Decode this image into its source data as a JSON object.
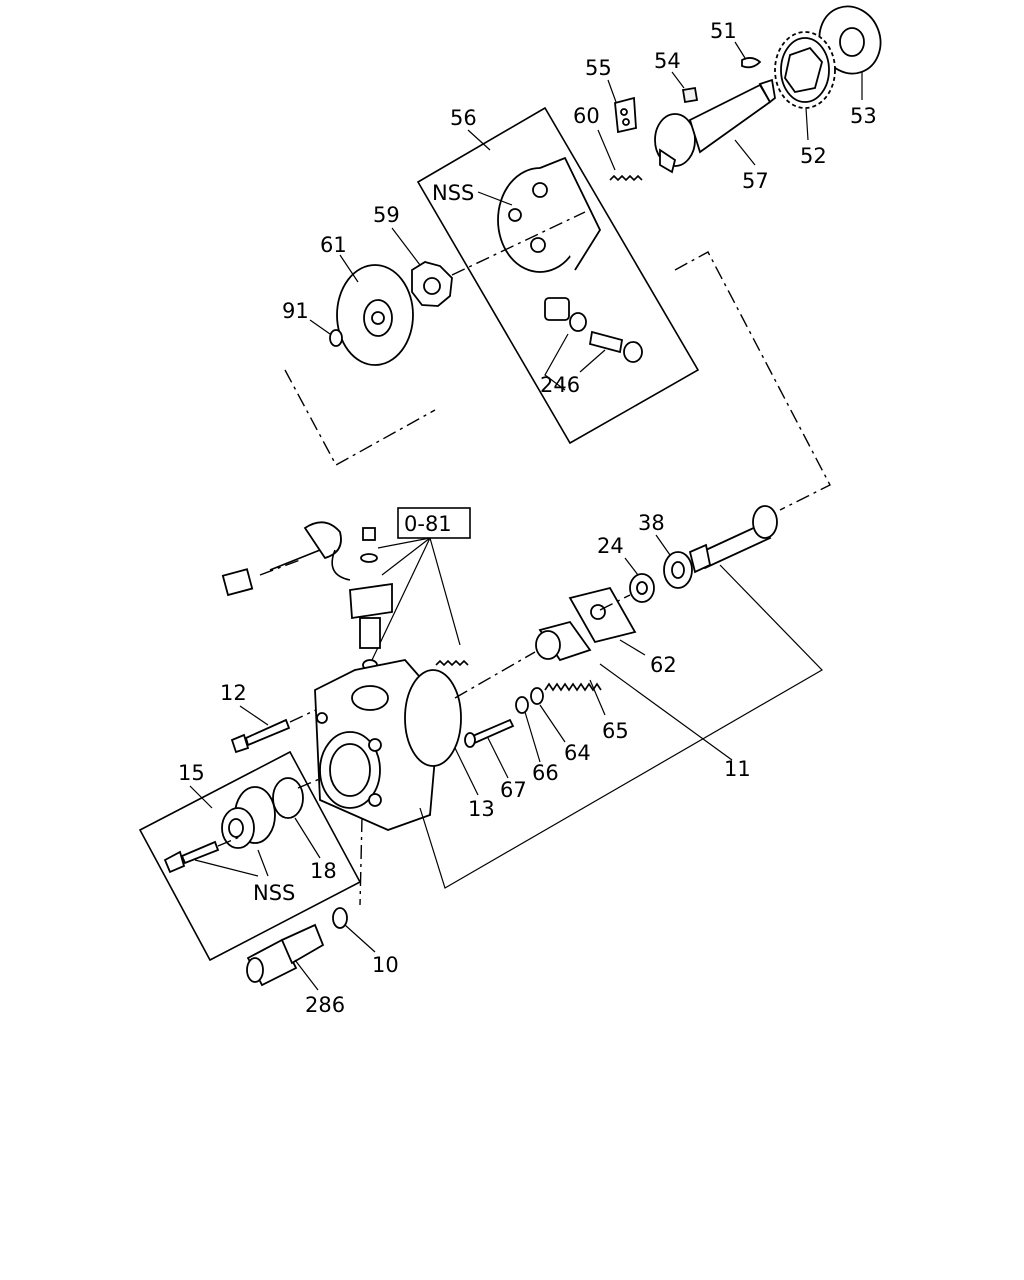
{
  "callouts": {
    "c51": "51",
    "c55": "55",
    "c54": "54",
    "c53": "53",
    "c52": "52",
    "c57": "57",
    "c60": "60",
    "c56": "56",
    "nss_top": "NSS",
    "c59": "59",
    "c61": "61",
    "c91": "91",
    "c246": "246",
    "c081": "0-81",
    "c38": "38",
    "c24": "24",
    "c62": "62",
    "c12": "12",
    "c65": "65",
    "c64": "64",
    "c66": "66",
    "c67": "67",
    "c11": "11",
    "c13": "13",
    "c15": "15",
    "c18": "18",
    "nss_bottom": "NSS",
    "c10": "10",
    "c286": "286"
  }
}
